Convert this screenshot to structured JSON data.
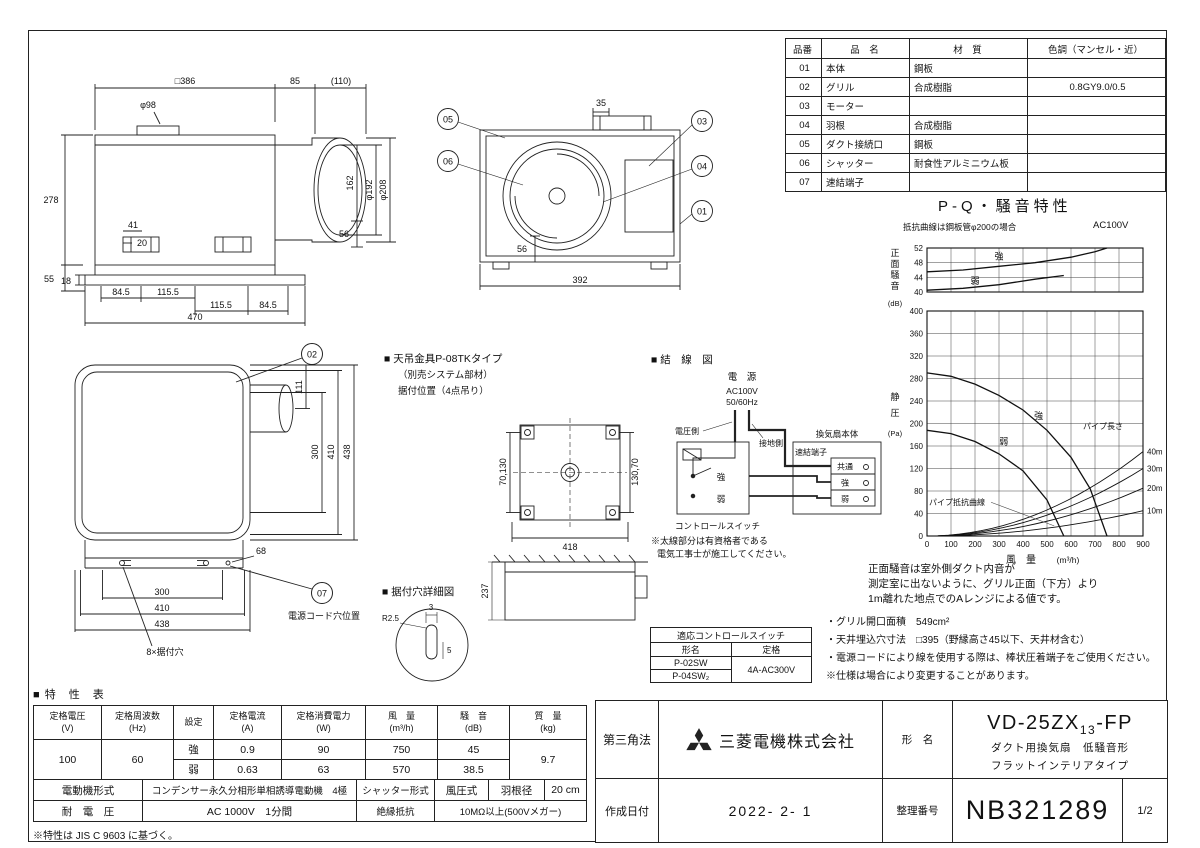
{
  "parts_table": {
    "headers": [
      "品番",
      "品　名",
      "材　質",
      "色調（マンセル・近）"
    ],
    "rows": [
      {
        "no": "01",
        "name": "本体",
        "material": "鋼板",
        "color": ""
      },
      {
        "no": "02",
        "name": "グリル",
        "material": "合成樹脂",
        "color": "0.8GY9.0/0.5"
      },
      {
        "no": "03",
        "name": "モーター",
        "material": "",
        "color": ""
      },
      {
        "no": "04",
        "name": "羽根",
        "material": "合成樹脂",
        "color": ""
      },
      {
        "no": "05",
        "name": "ダクト接続口",
        "material": "鋼板",
        "color": ""
      },
      {
        "no": "06",
        "name": "シャッター",
        "material": "耐食性アルミニウム板",
        "color": ""
      },
      {
        "no": "07",
        "name": "速結端子",
        "material": "",
        "color": ""
      }
    ]
  },
  "front_view": {
    "dims": {
      "w386": "□386",
      "w85": "85",
      "w110": "(110)",
      "d98": "φ98",
      "h278": "278",
      "h55": "55",
      "h18": "18",
      "p41": "41",
      "p20": "20",
      "s845a": "84.5",
      "s1155a": "115.5",
      "s1155b": "115.5",
      "s845b": "84.5",
      "w470": "470",
      "d192": "φ192",
      "d208": "φ208",
      "h162": "162",
      "h56": "56"
    }
  },
  "bottom_view": {
    "callouts": [
      "05",
      "06",
      "03",
      "04",
      "01"
    ],
    "dims": {
      "w35": "35",
      "h56": "56",
      "w392": "392"
    }
  },
  "grille_view": {
    "callout_grille": "02",
    "callout_cord": "07",
    "dims": {
      "v111": "111",
      "v300": "300",
      "v410": "410",
      "v438": "438",
      "h300": "300",
      "h410": "410",
      "h438": "438",
      "p68": "68"
    },
    "labels": {
      "cord_hole": "電源コード穴位置",
      "mount_holes": "8×据付穴"
    }
  },
  "bracket": {
    "title": "■ 天吊金具P-08TKタイプ",
    "sub1": "（別売システム部材）",
    "sub2": "据付位置（4点吊り）",
    "dim_left": "70,130",
    "dim_right": "130,70",
    "dim_width": "418",
    "dim_height": "237"
  },
  "hole_detail": {
    "title": "■ 据付穴詳細図",
    "dims": {
      "r": "R2.5",
      "w": "3",
      "l": "5"
    }
  },
  "wiring": {
    "title": "■ 結　線　図",
    "power": "電　源",
    "volt": "AC100V",
    "freq": "50/60Hz",
    "hot": "電圧側",
    "ground": "接地側",
    "body": "換気扇本体",
    "terminal": "速結端子",
    "t_common": "共通",
    "t_high": "強",
    "t_low": "弱",
    "sw_high": "強",
    "sw_low": "弱",
    "switch_label": "コントロールスイッチ",
    "note1": "※太線部分は有資格者である",
    "note2": "電気工事士が施工してください。"
  },
  "switch_table": {
    "title": "適応コントロールスイッチ",
    "col_model": "形名",
    "col_rating": "定格",
    "models": [
      "P-02SW",
      "P-04SW₂"
    ],
    "rating": "4A-AC300V"
  },
  "notes": {
    "p1": "正面騒音は室外側ダクト内音が",
    "p2": "測定室に出ないように、グリル正面（下方）より",
    "p3": "1m離れた地点でのAレンジによる値です。",
    "b1": "・グリル開口面積　549cm²",
    "b2": "・天井埋込穴寸法　□395（野縁高さ45以下、天井材含む）",
    "b3": "・電源コードにより線を使用する際は、棒状圧着端子をご使用ください。",
    "b4": "※仕様は場合により変更することがあります。"
  },
  "spec_table": {
    "title": "■ 特　性　表",
    "headers": [
      {
        "l": "定格電圧",
        "u": "(V)"
      },
      {
        "l": "定格周波数",
        "u": "(Hz)"
      },
      {
        "l": "設定",
        "u": ""
      },
      {
        "l": "定格電流",
        "u": "(A)"
      },
      {
        "l": "定格消費電力",
        "u": "(W)"
      },
      {
        "l": "風　量",
        "u": "(m³/h)"
      },
      {
        "l": "騒　音",
        "u": "(dB)"
      },
      {
        "l": "質　量",
        "u": "(kg)"
      }
    ],
    "voltage": "100",
    "frequency": "60",
    "mass": "9.7",
    "row_high": {
      "mode": "強",
      "current": "0.9",
      "power": "90",
      "airflow": "750",
      "noise": "45"
    },
    "row_low": {
      "mode": "弱",
      "current": "0.63",
      "power": "63",
      "airflow": "570",
      "noise": "38.5"
    },
    "motor_label": "電動機形式",
    "motor_value": "コンデンサー永久分相形単相誘導電動機　4極",
    "shutter_label": "シャッター形式",
    "shutter_value": "風圧式",
    "blade_label": "羽根径",
    "blade_value": "20 cm",
    "hipot_label": "耐　電　圧",
    "hipot_value": "AC 1000V　1分間",
    "insulation_label": "絶縁抵抗",
    "insulation_value": "10MΩ以上(500Vメガー)",
    "footnote": "※特性は JIS C 9603 に基づく。"
  },
  "title_block": {
    "projection": "第三角法",
    "company": "三菱電機株式会社",
    "model_label": "形　名",
    "model_prefix": "VD-25ZX",
    "model_sub": "13",
    "model_suffix": "-FP",
    "desc1": "ダクト用換気扇　低騒音形",
    "desc2": "フラットインテリアタイプ",
    "date_label": "作成日付",
    "date": "2022- 2- 1",
    "number_label": "整理番号",
    "number": "NB321289",
    "page": "1/2"
  },
  "chart_data": {
    "type": "line",
    "title": "P-Q・騒音特性",
    "note_condition": "抵抗曲線は鋼板管φ200の場合",
    "note_voltage": "AC100V",
    "xlabel": "風　量",
    "xunit": "(m³/h)",
    "x_range": [
      0,
      900
    ],
    "x_ticks": [
      0,
      100,
      200,
      300,
      400,
      500,
      600,
      700,
      800,
      900
    ],
    "noise_axis": {
      "label": "正面騒音",
      "unit": "(dB)",
      "range": [
        40,
        52
      ],
      "ticks": [
        40,
        44,
        48,
        52
      ]
    },
    "pressure_axis": {
      "label": "静圧",
      "unit": "(Pa)",
      "range": [
        0,
        400
      ],
      "ticks": [
        0,
        40,
        80,
        120,
        160,
        200,
        240,
        280,
        320,
        360,
        400
      ]
    },
    "noise_series": [
      {
        "name": "強",
        "points": [
          [
            0,
            45.5
          ],
          [
            150,
            46
          ],
          [
            300,
            47
          ],
          [
            450,
            48
          ],
          [
            600,
            49.5
          ],
          [
            700,
            51
          ],
          [
            750,
            52
          ]
        ]
      },
      {
        "name": "弱",
        "points": [
          [
            0,
            40.5
          ],
          [
            150,
            41
          ],
          [
            300,
            42
          ],
          [
            450,
            43.5
          ],
          [
            570,
            44.5
          ]
        ]
      }
    ],
    "pq_series": [
      {
        "name": "強",
        "points": [
          [
            0,
            290
          ],
          [
            100,
            284
          ],
          [
            200,
            270
          ],
          [
            300,
            250
          ],
          [
            400,
            224
          ],
          [
            500,
            188
          ],
          [
            600,
            140
          ],
          [
            680,
            84
          ],
          [
            750,
            0
          ]
        ]
      },
      {
        "name": "弱",
        "points": [
          [
            0,
            188
          ],
          [
            100,
            182
          ],
          [
            200,
            168
          ],
          [
            300,
            146
          ],
          [
            400,
            116
          ],
          [
            500,
            64
          ],
          [
            570,
            0
          ]
        ]
      }
    ],
    "pipe_label": "パイプ長さ",
    "pipe_curve_label": "パイプ抵抗曲線",
    "pipe_series": [
      {
        "name": "40m",
        "p_at_900": 150
      },
      {
        "name": "30m",
        "p_at_900": 120
      },
      {
        "name": "20m",
        "p_at_900": 85
      },
      {
        "name": "10m",
        "p_at_900": 45
      }
    ],
    "series_labels": [
      {
        "text": "強",
        "panel": "noise",
        "x": 300,
        "y": 48.8
      },
      {
        "text": "弱",
        "panel": "noise",
        "x": 200,
        "y": 42.2
      },
      {
        "text": "強",
        "panel": "pq",
        "x": 465,
        "y": 208
      },
      {
        "text": "弱",
        "panel": "pq",
        "x": 320,
        "y": 163
      }
    ]
  }
}
